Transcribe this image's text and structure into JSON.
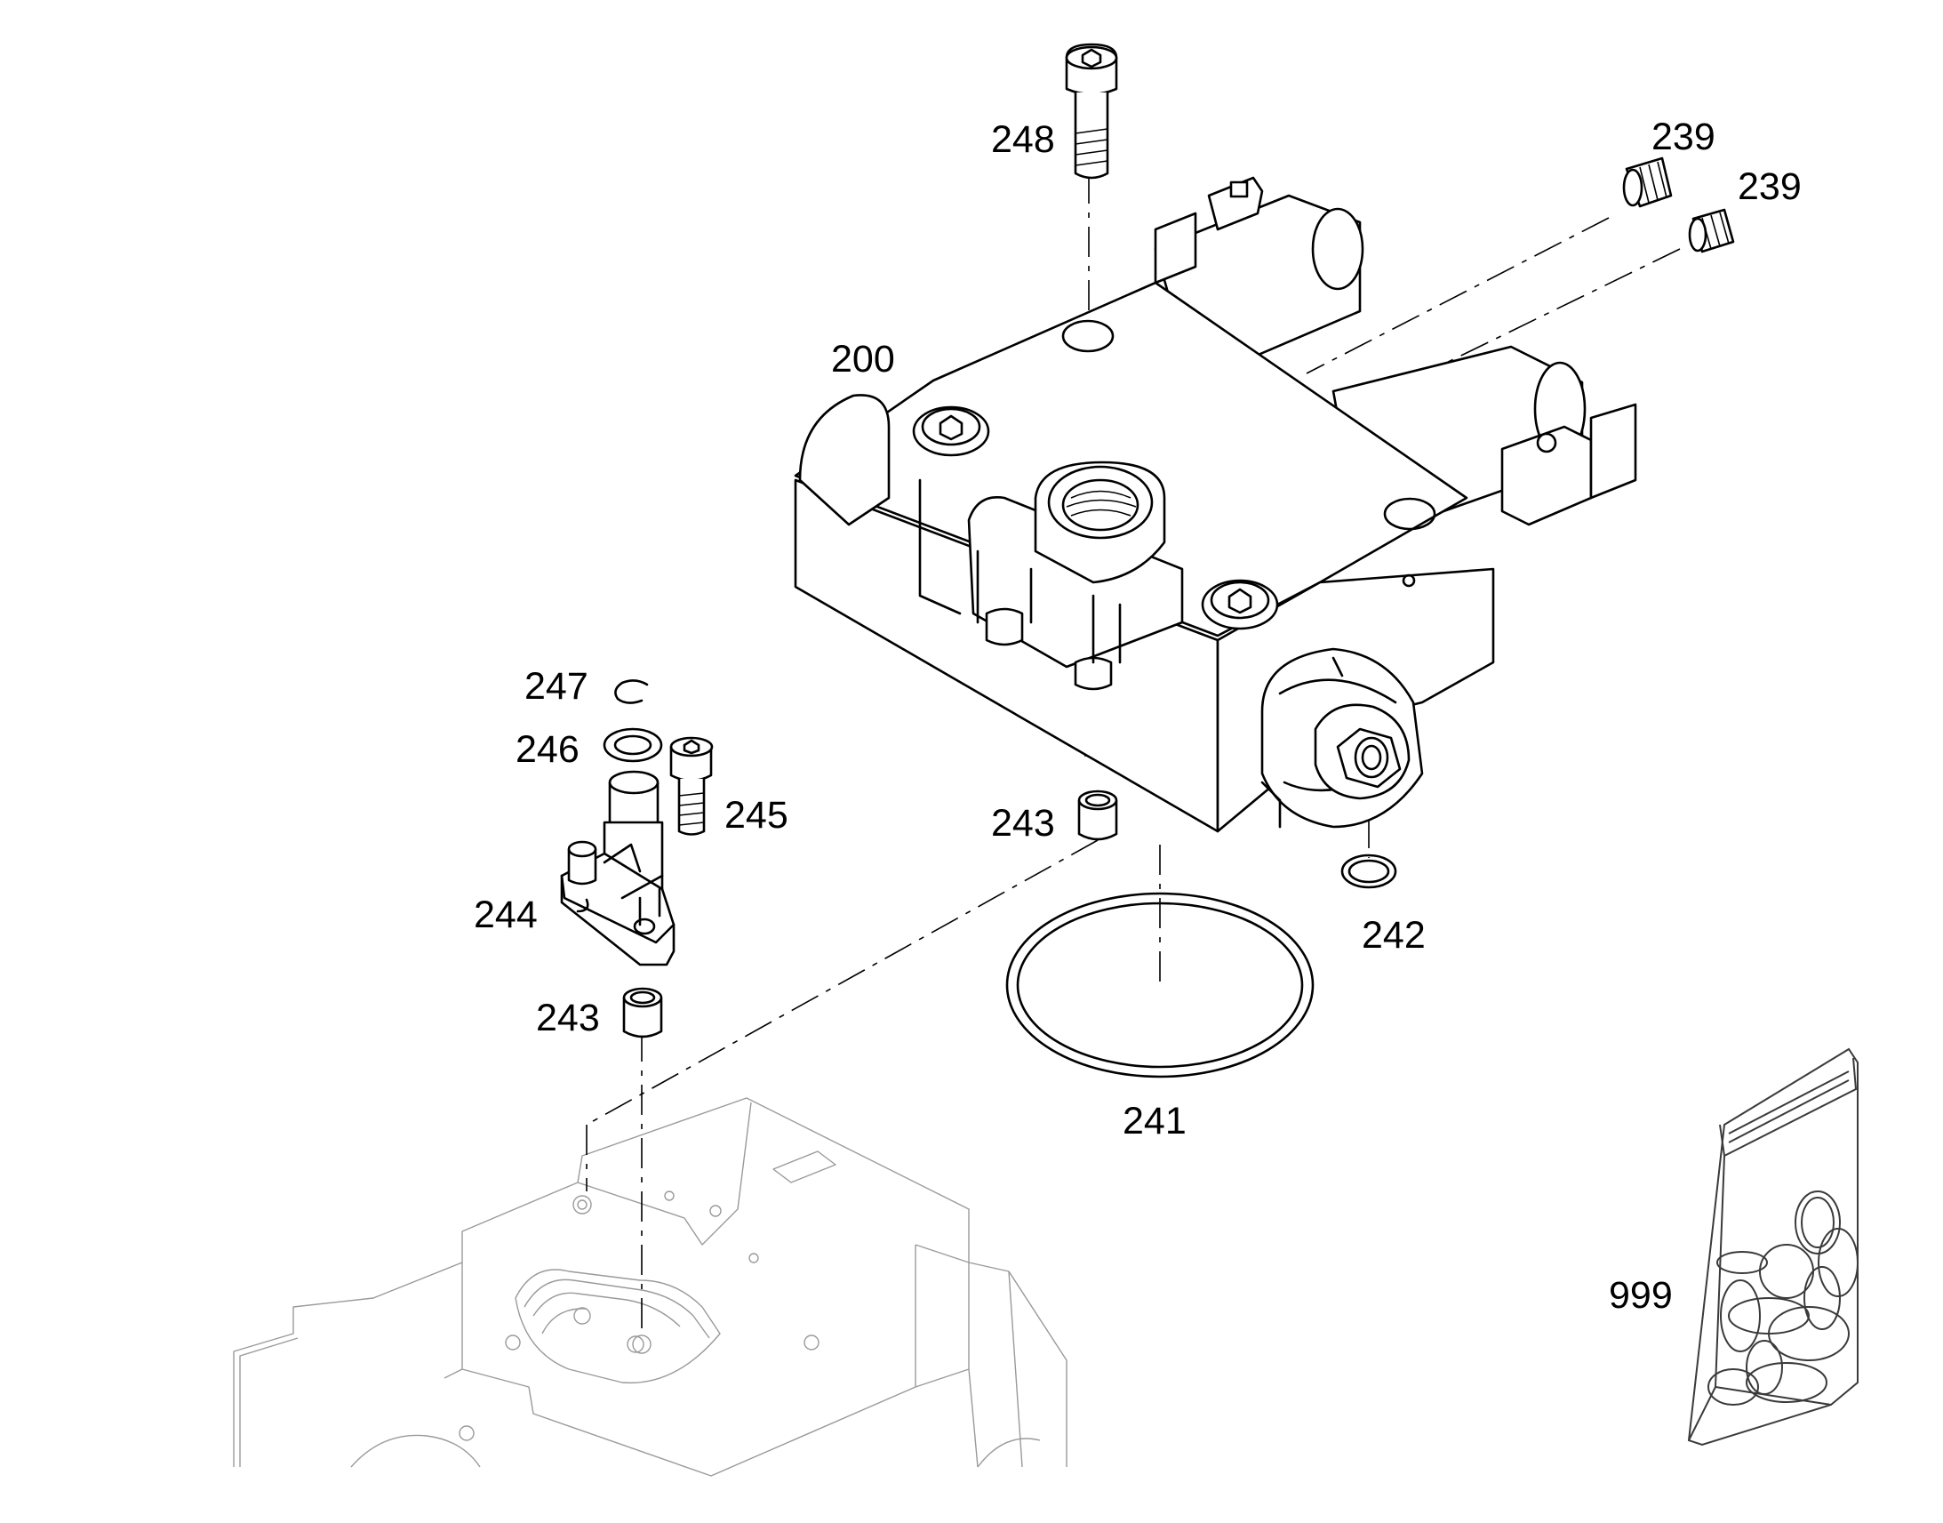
{
  "callouts": {
    "c200": "200",
    "c239a": "239",
    "c239b": "239",
    "c241": "241",
    "c242": "242",
    "c243a": "243",
    "c243b": "243",
    "c244": "244",
    "c245": "245",
    "c246": "246",
    "c247": "247",
    "c248": "248",
    "c999": "999"
  }
}
